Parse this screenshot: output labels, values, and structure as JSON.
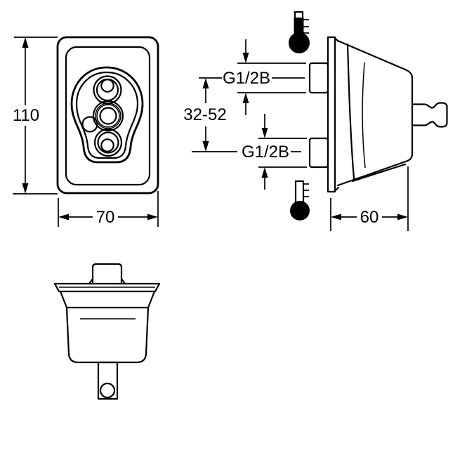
{
  "drawing": {
    "type": "technical-dimension-drawing",
    "views": {
      "front": "front-view-wall-plate",
      "side": "side-view-valve-body",
      "bottom": "bottom-view-valve-body"
    }
  },
  "dimensions": {
    "front_height": "110",
    "front_width": "70",
    "top_port_thread": "G1/2B",
    "port_spacing": "32-52",
    "bottom_port_thread": "G1/2B",
    "side_depth": "60"
  },
  "icons": {
    "hot": "thermometer-hot-icon",
    "cold": "thermometer-cold-icon"
  },
  "colors": {
    "line": "#000000",
    "background": "#ffffff",
    "text": "#000000"
  }
}
